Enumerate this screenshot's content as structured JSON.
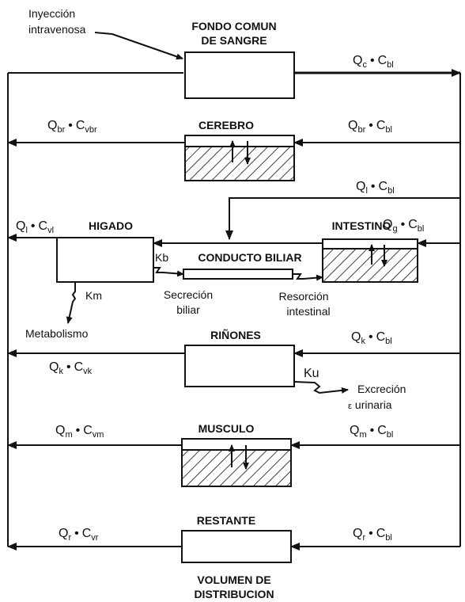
{
  "inputs": {
    "line1": "Inyección",
    "line2": "intravenosa"
  },
  "compartments": {
    "blood": {
      "line1": "FONDO COMUN",
      "line2": "DE SANGRE",
      "out_Q": "Q",
      "out_Q_sub": "c",
      "out_C": "C",
      "out_C_sub": "bl"
    },
    "brain": {
      "title": "CEREBRO",
      "in_Q": "Q",
      "in_Q_sub": "br",
      "in_C": "C",
      "in_C_sub": "bl",
      "out_Q": "Q",
      "out_Q_sub": "br",
      "out_C": "C",
      "out_C_sub": "vbr"
    },
    "liver": {
      "title": "HIGADO",
      "out_Q": "Q",
      "out_Q_sub": "l",
      "out_C": "C",
      "out_C_sub": "vl",
      "in_Q": "Q",
      "in_Q_sub": "l",
      "in_C": "C",
      "in_C_sub": "bl",
      "km": "Km",
      "metab": "Metabolismo"
    },
    "intestine": {
      "title": "INTESTINO",
      "in_Q": "Q",
      "in_Q_sub": "g",
      "in_C": "C",
      "in_C_sub": "bl"
    },
    "bile": {
      "title": "CONDUCTO BILIAR",
      "kb": "Kb",
      "secr1": "Secreción",
      "secr2": "biliar",
      "resor1": "Resorción",
      "resor2": "intestinal"
    },
    "kidney": {
      "title": "RIÑONES",
      "in_Q": "Q",
      "in_Q_sub": "k",
      "in_C": "C",
      "in_C_sub": "bl",
      "out_Q": "Q",
      "out_Q_sub": "k",
      "out_C": "C",
      "out_C_sub": "vk",
      "ku": "Ku",
      "excr1": "Excreción",
      "excr2": "urinaria"
    },
    "muscle": {
      "title": "MUSCULO",
      "in_Q": "Q",
      "in_Q_sub": "m",
      "in_C": "C",
      "in_C_sub": "bl",
      "out_Q": "Q",
      "out_Q_sub": "m",
      "out_C": "C",
      "out_C_sub": "vm"
    },
    "rest": {
      "title": "RESTANTE",
      "in_Q": "Q",
      "in_Q_sub": "r",
      "in_C": "C",
      "in_C_sub": "bl",
      "out_Q": "Q",
      "out_Q_sub": "r",
      "out_C": "C",
      "out_C_sub": "vr"
    }
  },
  "footer": {
    "line1": "VOLUMEN DE",
    "line2": "DISTRIBUCION"
  },
  "symbols": {
    "dot": "•"
  }
}
